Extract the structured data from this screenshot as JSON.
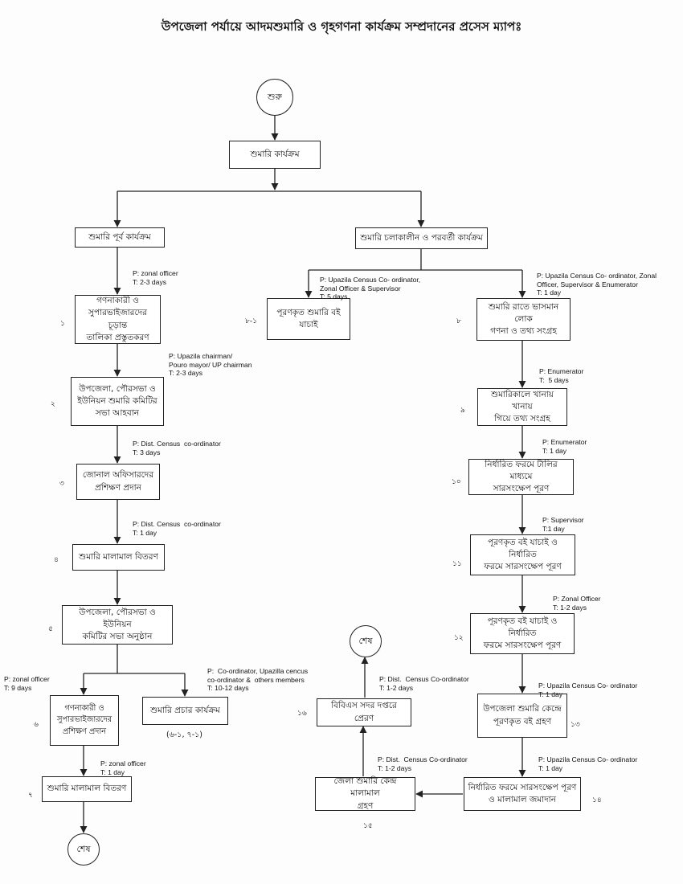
{
  "title": "উপজেলা পর্যায়ে  আদমশুমারি ও গৃহগণনা কার্যক্রম সম্প্রদানের প্রসেস ম্যাপঃ",
  "start": "শুরু",
  "end": "শেষ",
  "root": "শুমারি কার্যক্রম",
  "branch_left": "শুমারি পূর্ব কার্যক্রম",
  "branch_right": "শুমারি চলাকালীন  ও পরবর্তী কার্যক্রম",
  "steps": {
    "s1": "গণনাকারী ও\nসুপারভাইজারদের চূড়ান্ত\nতালিকা প্রস্তুতকরণ",
    "s2": "উপজেলা, পৌরসভা ও\nইউনিয়ন শুমারি কমিটির\nসভা আহবান",
    "s3": "জোনাল অফিসারদের\nপ্রশিক্ষণ প্রদান",
    "s4": "শুমারি মালামাল বিতরণ",
    "s5": "উপজেলা, পৌরসভা ও ইউনিয়ন\nকমিটির সভা অনুষ্ঠান",
    "s6": "গণনাকারী ও\nসুপারভাইজারদের\nপ্রশিক্ষণ প্রদান",
    "s6b": "শুমারি প্রচার কার্যক্রম",
    "s7": "শুমারি মালামাল বিতরণ",
    "s8": "শুমারি রাতে ভাসমান লোক\nগণনা  ও তথ্য সংগ্রহ",
    "s81": "পূরণকৃত শুমারি বই\nযাচাই",
    "s9": "শুমারিকালে খানায় খানায়\nগিয়ে তথ্য সংগ্রহ",
    "s10": "নির্ধারিত ফরমে টালির মাধ্যমে\nসারসংক্ষেপ পূরণ",
    "s11": "পূরণকৃত বই যাচাই ও নির্ধারিত\nফরমে  সারসংক্ষেপ পূরণ",
    "s12": "পূরণকৃত বই যাচাই ও নির্ধারিত\nফরমে  সারসংক্ষেপ পূরণ",
    "s13": "উপজেলা শুমারি কেন্দ্রে\nপূরণকৃত বই গ্রহণ",
    "s14": "নির্ধারিত ফরমে  সারসংক্ষেপ পূরণ\nও মালামাল জমাদান",
    "s15": "জেলা শুমারি কেন্দ্র মালামাল\nগ্রহণ",
    "s16": "বিবিএস সদর দপ্তরে প্রেরণ"
  },
  "numbers": {
    "n1": "১",
    "n2": "২",
    "n3": "৩",
    "n4": "৪",
    "n5": "৫",
    "n6": "৬",
    "n7": "৭",
    "n81": "৮-১",
    "n8": "৮",
    "n9": "৯",
    "n10": "১০",
    "n11": "১১",
    "n12": "১২",
    "n13": "১৩",
    "n14": "১৪",
    "n15": "১৫",
    "n16": "১৬"
  },
  "sub_note": "(৬-১, ৭-১)",
  "annotations": {
    "a1": "P: zonal officer\nT: 2-3 days",
    "a2": "P: Upazila chairman/\nPouro mayor/ UP chairman\nT: 2-3 days",
    "a3": "P: Dist. Census  co-ordinator\nT: 3 days",
    "a4": "P: Dist. Census  co-ordinator\nT: 1 day",
    "a6": "P: zonal officer\nT: 9 days",
    "a6b": "P:  Co-ordinator, Upazilla cencus\nco-ordinator &  others members\nT: 10-12 days",
    "a7": "P: zonal officer\nT: 1 day",
    "a81": "P: Upazila Census Co- ordinator,\nZonal Officer & Supervisor\nT: 5 days",
    "a8": "P: Upazila Census Co- ordinator, Zonal\nOfficer, Supervisor & Enumerator\nT: 1 day",
    "a9": "P: Enumerator\nT:  5 days",
    "a10": "P: Enumerator\nT: 1 day",
    "a11": "P: Supervisor\nT:1 day",
    "a12": "P: Zonal Officer\nT: 1-2 days",
    "a13": "P: Upazila Census Co- ordinator\nT: 1 day",
    "a14": "P: Upazila Census Co- ordinator\nT: 1 day",
    "a15": "P: Dist.  Census Co-ordinator\nT: 1-2 days",
    "a16": "P: Dist.  Census Co-ordinator\nT: 1-2 days"
  }
}
